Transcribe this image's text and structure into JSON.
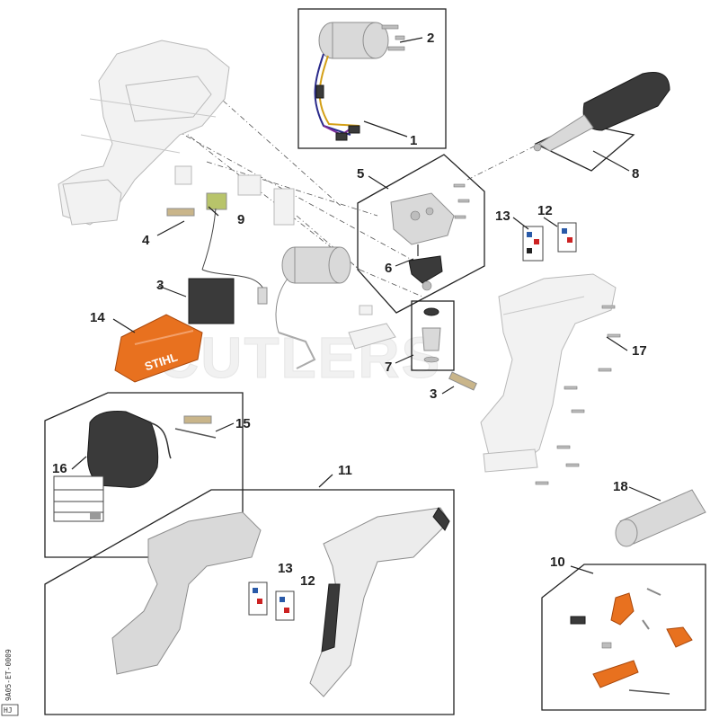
{
  "diagram": {
    "watermark": "CUTLERS",
    "brand_text": "STIHL",
    "side_code": "9A05-ET-0009",
    "side_badge": "HJ",
    "callouts": [
      {
        "id": "c1",
        "label": "1"
      },
      {
        "id": "c2",
        "label": "2"
      },
      {
        "id": "c3a",
        "label": "3"
      },
      {
        "id": "c3b",
        "label": "3"
      },
      {
        "id": "c4",
        "label": "4"
      },
      {
        "id": "c5",
        "label": "5"
      },
      {
        "id": "c6",
        "label": "6"
      },
      {
        "id": "c7",
        "label": "7"
      },
      {
        "id": "c8",
        "label": "8"
      },
      {
        "id": "c9",
        "label": "9"
      },
      {
        "id": "c10",
        "label": "10"
      },
      {
        "id": "c11",
        "label": "11"
      },
      {
        "id": "c12a",
        "label": "12"
      },
      {
        "id": "c12b",
        "label": "12"
      },
      {
        "id": "c13a",
        "label": "13"
      },
      {
        "id": "c13b",
        "label": "13"
      },
      {
        "id": "c14",
        "label": "14"
      },
      {
        "id": "c15",
        "label": "15"
      },
      {
        "id": "c16",
        "label": "16"
      },
      {
        "id": "c17",
        "label": "17"
      },
      {
        "id": "c18",
        "label": "18"
      }
    ],
    "colors": {
      "accent_orange": "#e8711f",
      "line": "#222222",
      "part_grey": "#d9d9d9",
      "part_dark": "#3a3a3a"
    }
  }
}
